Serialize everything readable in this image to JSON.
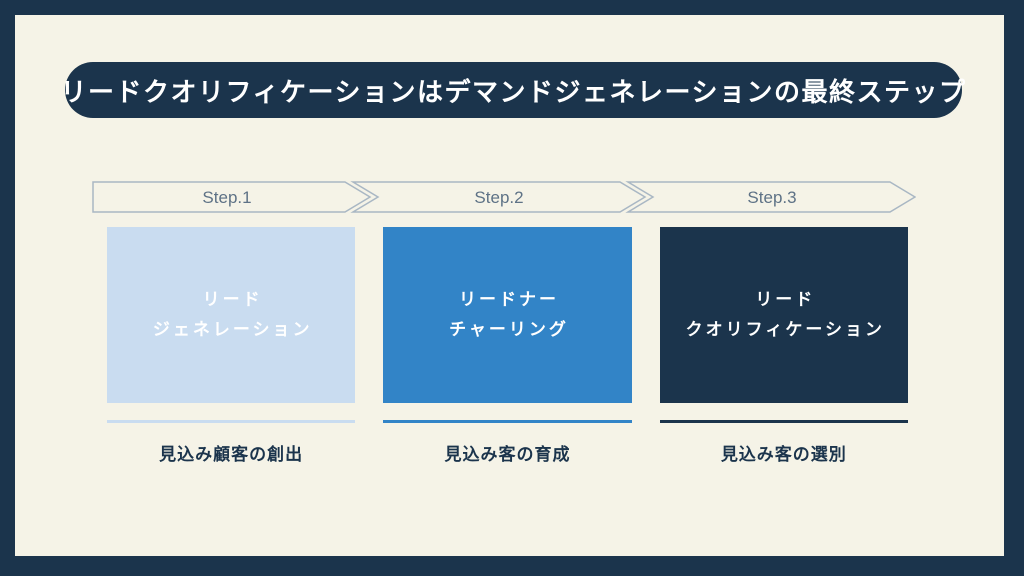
{
  "slide": {
    "title": "リードクオリフィケーションはデマンドジェネレーションの最終ステップ"
  },
  "colors": {
    "frame_navy": "#1b344c",
    "background_cream": "#f5f3e7",
    "step_outline": "#a9b7c4",
    "step_text": "#5e7286",
    "box_text": "#ffffff",
    "caption_text": "#1b344c"
  },
  "steps": [
    {
      "label": "Step.1",
      "box_line1": "リード",
      "box_line2": "ジェネレーション",
      "box_color": "#c9dcf0",
      "underline_color": "#c9dcf0",
      "caption": "見込み顧客の創出"
    },
    {
      "label": "Step.2",
      "box_line1": "リードナー",
      "box_line2": "チャーリング",
      "box_color": "#3284c7",
      "underline_color": "#3284c7",
      "caption": "見込み客の育成"
    },
    {
      "label": "Step.3",
      "box_line1": "リード",
      "box_line2": "クオリフィケーション",
      "box_color": "#1b344c",
      "underline_color": "#1b344c",
      "caption": "見込み客の選別"
    }
  ]
}
